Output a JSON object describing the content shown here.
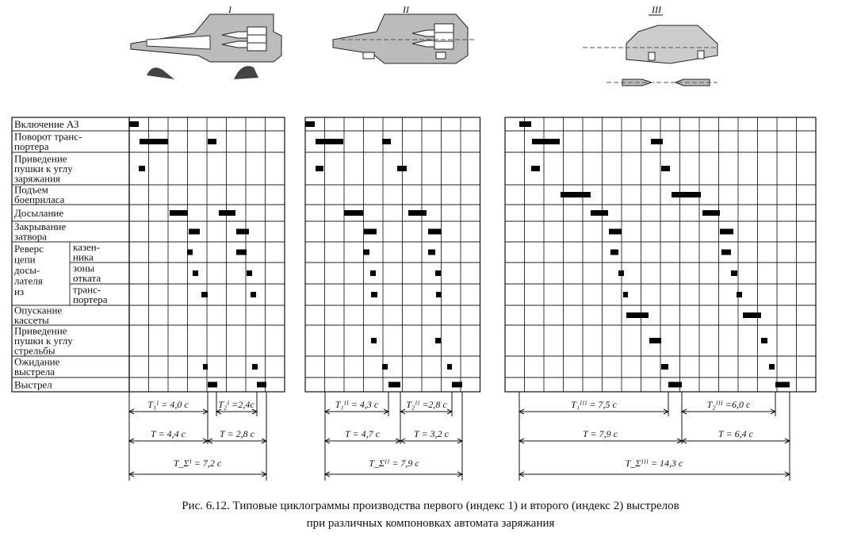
{
  "layout_headers": [
    "I",
    "II",
    "III"
  ],
  "row_labels": [
    [
      "Включение АЗ"
    ],
    [
      "Поворот транс-",
      "портера"
    ],
    [
      "Приведение",
      "пушки к углу",
      "заряжания"
    ],
    [
      "Подъем",
      "боеприласа"
    ],
    [
      "Досылание"
    ],
    [
      "Закрывание",
      "затвора"
    ],
    [
      "казен-",
      "ника"
    ],
    [
      "зоны",
      "отката"
    ],
    [
      "транс-",
      "портера"
    ],
    [
      "Опускание",
      "кассеты"
    ],
    [
      "Приведение",
      "пушки к углу",
      "стрельбы"
    ],
    [
      "Ожидание",
      "выстрела"
    ],
    [
      "Выстрел"
    ]
  ],
  "reverse_group_label": [
    "Реверс",
    "цепи",
    "досы-",
    "лателя",
    "из"
  ],
  "dims": {
    "g1": {
      "t1": "T₁ᴵ = 4,0 с",
      "t2": "T₂ᴵ =2,4с",
      "ta": "T = 4,4 с",
      "tb": "T = 2,8 с",
      "sum": "T_Σᴵ = 7,2 с"
    },
    "g2": {
      "t1": "T₁ᴵᴵ = 4,3 с",
      "t2": "T₂ᴵᴵ =2,8 с",
      "ta": "T = 4,7 с",
      "tb": "T = 3,2 с",
      "sum": "T_Σᴵᴵ = 7,9 с"
    },
    "g3": {
      "t1": "T₁ᴵᴵᴵ = 7,5 с",
      "t2": "T₂ᴵᴵᴵ =6,0 с",
      "ta": "T = 7,9 с",
      "tb": "T = 6,4 с",
      "sum": "T_Σᴵᴵᴵ = 14,3 с"
    }
  },
  "caption": {
    "line1": "Рис. 6.12. Типовые циклограммы производства первого (индекс 1) и второго (индекс 2) выстрелов",
    "line2": "при различных компоновках автомата заряжания"
  }
}
